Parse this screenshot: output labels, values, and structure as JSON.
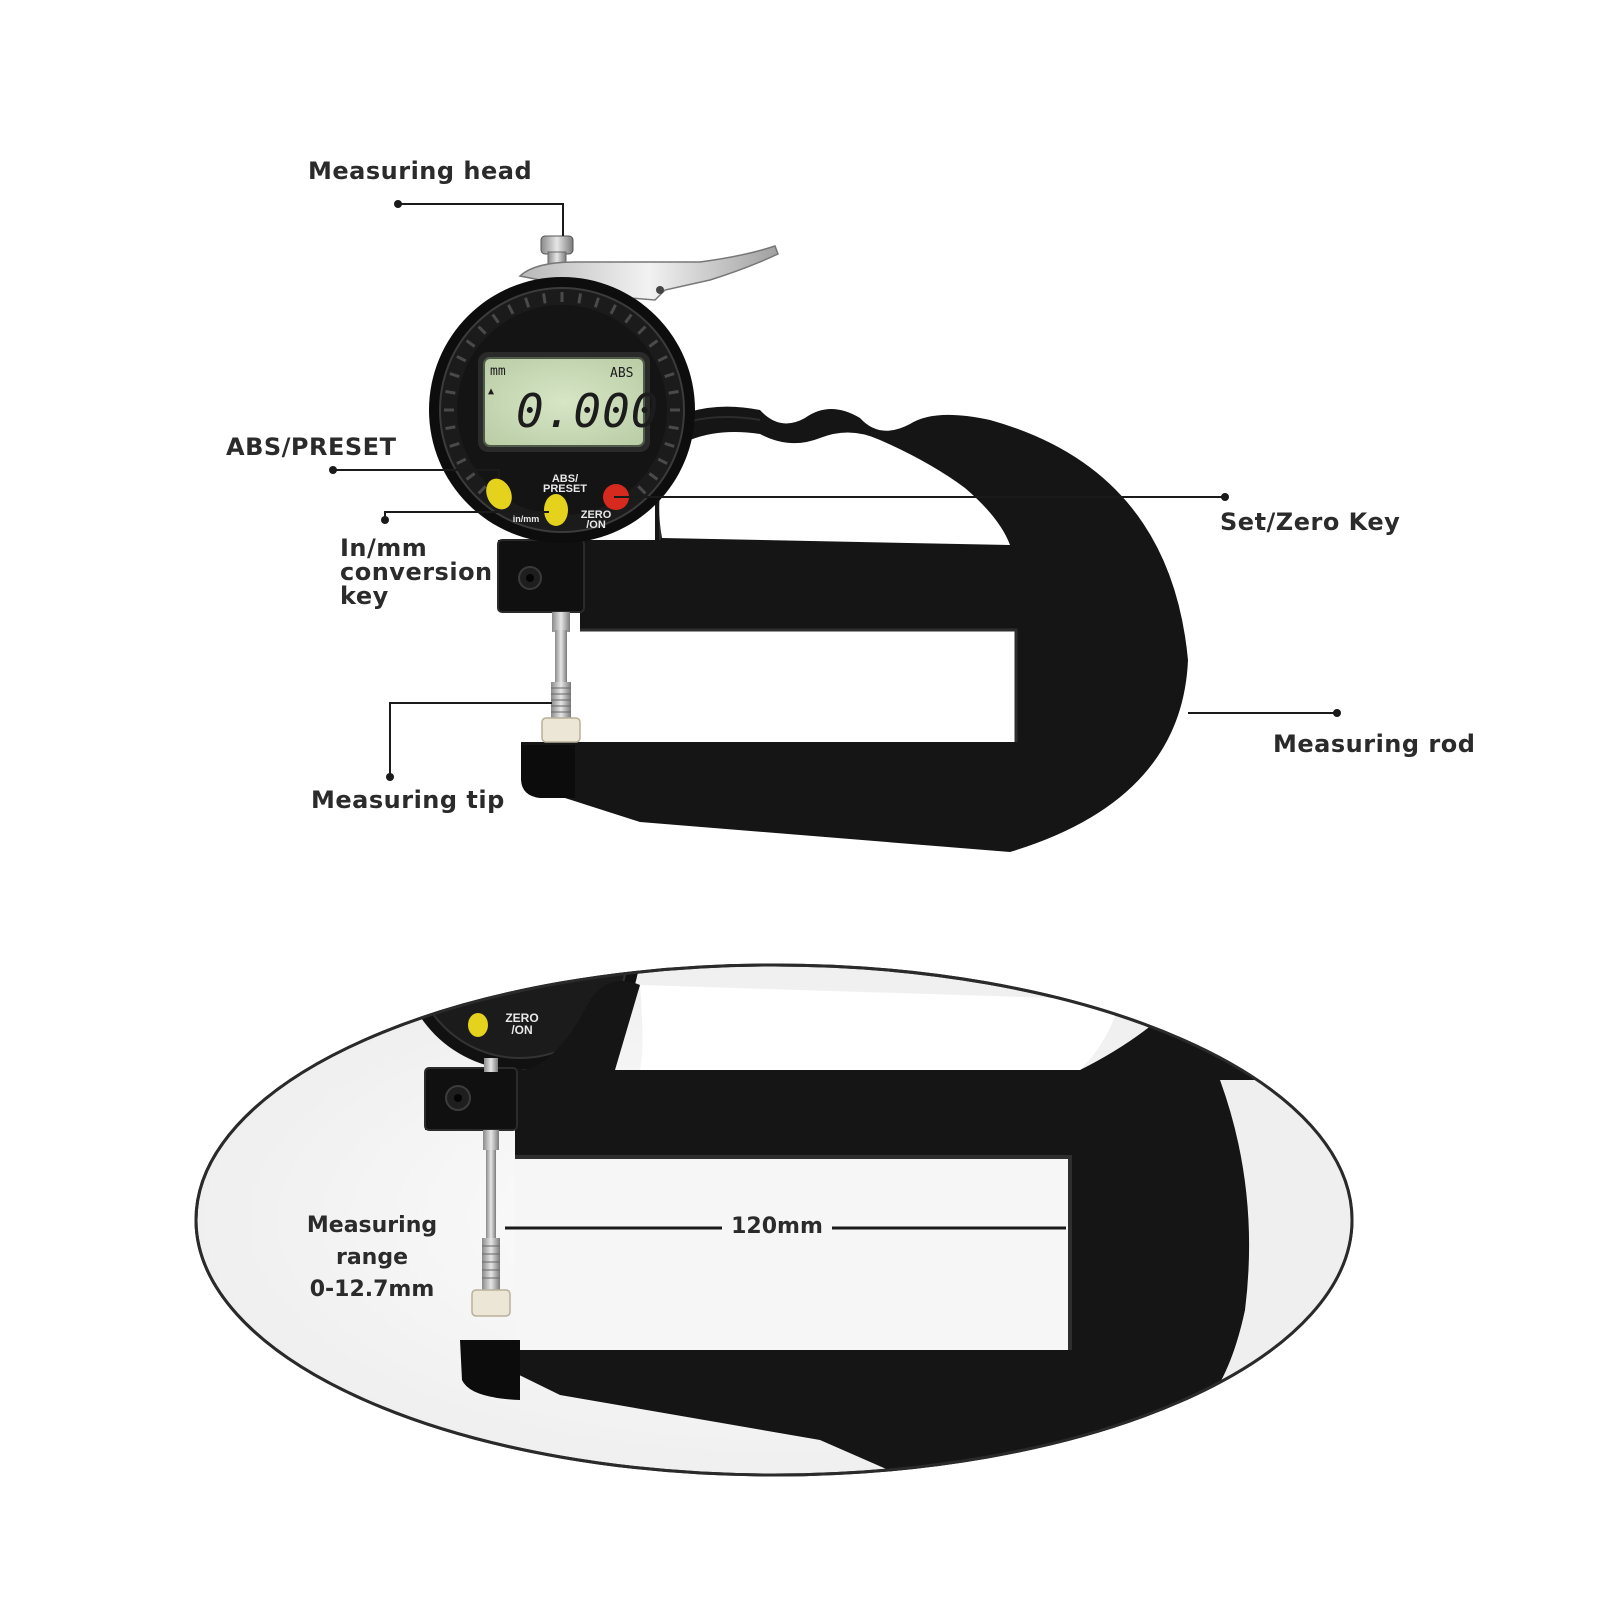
{
  "labels": {
    "measuring_head": "Measuring head",
    "abs_preset": "ABS/PRESET",
    "inmm_line1": "In/mm",
    "inmm_line2": "conversion",
    "inmm_line3": "key",
    "set_zero": "Set/Zero Key",
    "measuring_rod": "Measuring rod",
    "measuring_tip": "Measuring tip"
  },
  "display": {
    "unit": "mm",
    "mode": "ABS",
    "reading": "0.000",
    "arrow": "▲"
  },
  "buttons": {
    "abs_preset_line1": "ABS/",
    "abs_preset_line2": "PRESET",
    "inmm": "in/mm",
    "zero_line1": "ZERO",
    "zero_line2": "/ON"
  },
  "lower": {
    "range_line1": "Measuring range",
    "range_line2": "0-12.7mm",
    "depth": "120mm",
    "zero_line1": "ZERO",
    "zero_line2": "/ON"
  },
  "colors": {
    "gauge_black": "#121212",
    "lcd_green": "#c9dbb6",
    "button_yellow": "#e5d21c",
    "button_red": "#d62a1f",
    "leader_line": "#1a1a1a"
  }
}
